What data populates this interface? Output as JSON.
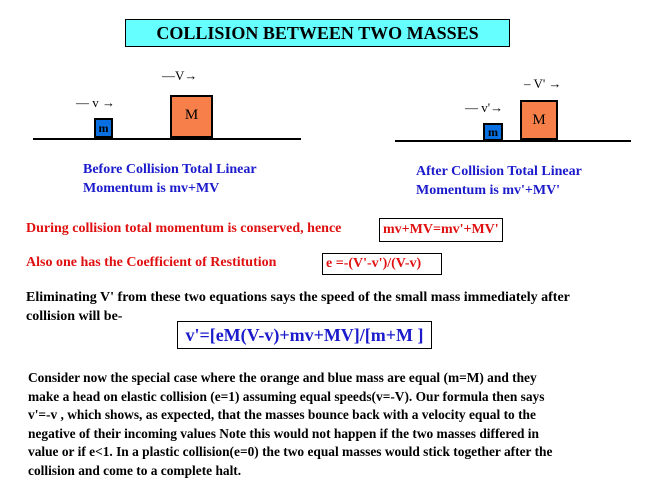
{
  "title": "COLLISION BETWEEN TWO MASSES",
  "before": {
    "big_velocity": "—V→",
    "small_velocity": "— v →",
    "big_mass": "M",
    "small_mass": "m",
    "caption_line1": "Before Collision Total Linear",
    "caption_line2": "Momentum is  mv+MV"
  },
  "after": {
    "big_velocity": "– V' →",
    "small_velocity": "— v'→",
    "big_mass": "M",
    "small_mass": "m",
    "caption_line1": "After Collision Total Linear",
    "caption_line2": "Momentum is mv'+MV'"
  },
  "momentum": {
    "text": "During collision total momentum is conserved, hence",
    "equation": "mv+MV=mv'+MV'"
  },
  "restitution": {
    "text": "Also  one has the Coefficient of Restitution",
    "equation": "e  =-(V'-v')/(V-v)"
  },
  "eliminating": {
    "line1": "Eliminating V' from these two equations says the speed of the small mass  immediately after",
    "line2": "collision will be-",
    "formula": "v'=[eM(V-v)+mv+MV]/[m+M ]"
  },
  "special_case": [
    "Consider now the special case where the orange and blue mass are equal (m=M) and they",
    "make a head on elastic collision (e=1) assuming equal speeds(v=-V). Our formula then says",
    "v'=-v , which shows, as expected, that the masses  bounce back with a velocity equal to the",
    "negative of their incoming values Note this would not happen if the two masses differed in",
    "value or if e<1.  In a plastic collision(e=0) the  two equal  masses would stick together after the",
    "collision and come to a complete halt."
  ]
}
